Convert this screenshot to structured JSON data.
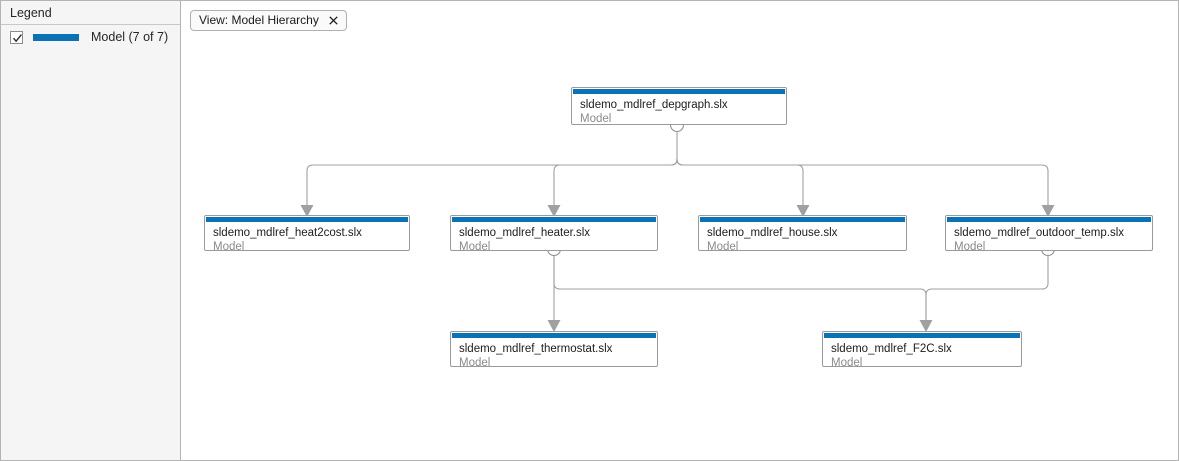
{
  "legend": {
    "title": "Legend",
    "checkbox_checked": true,
    "swatch_color": "#0a73b6",
    "item_label": "Model (7 of 7)"
  },
  "view_chip": {
    "label": "View: Model Hierarchy",
    "close_icon": "close-icon"
  },
  "graph": {
    "node_subtitle": "Model",
    "nodes": [
      {
        "id": "depgraph",
        "title": "sldemo_mdlref_depgraph.slx",
        "subtitle": "Model"
      },
      {
        "id": "heat2cost",
        "title": "sldemo_mdlref_heat2cost.slx",
        "subtitle": "Model"
      },
      {
        "id": "heater",
        "title": "sldemo_mdlref_heater.slx",
        "subtitle": "Model"
      },
      {
        "id": "house",
        "title": "sldemo_mdlref_house.slx",
        "subtitle": "Model"
      },
      {
        "id": "outdoor_temp",
        "title": "sldemo_mdlref_outdoor_temp.slx",
        "subtitle": "Model"
      },
      {
        "id": "thermostat",
        "title": "sldemo_mdlref_thermostat.slx",
        "subtitle": "Model"
      },
      {
        "id": "F2C",
        "title": "sldemo_mdlref_F2C.slx",
        "subtitle": "Model"
      }
    ],
    "edges": [
      {
        "from": "depgraph",
        "to": "heat2cost"
      },
      {
        "from": "depgraph",
        "to": "heater"
      },
      {
        "from": "depgraph",
        "to": "house"
      },
      {
        "from": "depgraph",
        "to": "outdoor_temp"
      },
      {
        "from": "heater",
        "to": "thermostat"
      },
      {
        "from": "heater",
        "to": "F2C"
      },
      {
        "from": "outdoor_temp",
        "to": "F2C"
      }
    ]
  }
}
